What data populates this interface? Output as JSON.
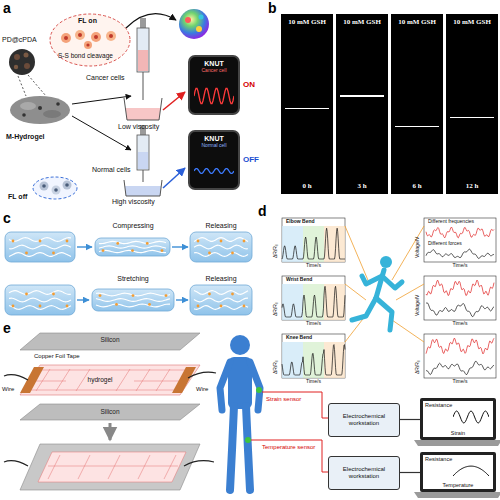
{
  "diagram": {
    "nodes": [
      {
        "text": [
          "KNUT",
          "Cancer cell"
        ]
      },
      {
        "text": [
          "KNUT",
          "Normal cell"
        ]
      },
      {
        "text": [
          "10 mM GSH",
          "0 h"
        ]
      },
      {
        "text": [
          "10 mM GSH",
          "3 h"
        ]
      },
      {
        "text": [
          "10 mM GSH",
          "6 h"
        ]
      },
      {
        "text": [
          "10 mM GSH",
          "12 h"
        ]
      },
      {
        "text": [
          "Electrochemical workstation"
        ]
      },
      {
        "text": [
          "Resistance",
          "Strain"
        ]
      },
      {
        "text": [
          "Electrochemical workstation"
        ]
      },
      {
        "text": [
          "Resistance",
          "Temperature"
        ]
      }
    ],
    "edges": [
      {
        "from": 6,
        "to": 7,
        "arrow": "none"
      },
      {
        "from": 8,
        "to": 9,
        "arrow": "none"
      }
    ],
    "labels": [
      "a",
      "PD@cPDA",
      "FL on",
      "S-S bond cleavage",
      "Cancer cells",
      "Low viscosity",
      "ON",
      "M-Hydrogel",
      "Normal cells",
      "High viscosity",
      "FL off",
      "OFF",
      "b",
      "c",
      "Compressing",
      "Releasing",
      "Stretching",
      "Releasing",
      "d",
      "Elbow Bend",
      "ΔR/R₀",
      "Time/s",
      "Wrist Bend",
      "ΔR/R₀",
      "Time/s",
      "Knee Bend",
      "ΔR/R₀",
      "Time/s",
      "Different frequencies",
      "Different forces",
      "Voltage/V",
      "Time/s",
      "Voltage/V",
      "Time/s",
      "ΔR/R₀",
      "Time/s",
      "e",
      "Silicon",
      "Copper Foil Tape",
      "Wire",
      "hydrogel",
      "Wire",
      "Silicon",
      "Strain sensor",
      "Temperature sensor"
    ]
  }
}
